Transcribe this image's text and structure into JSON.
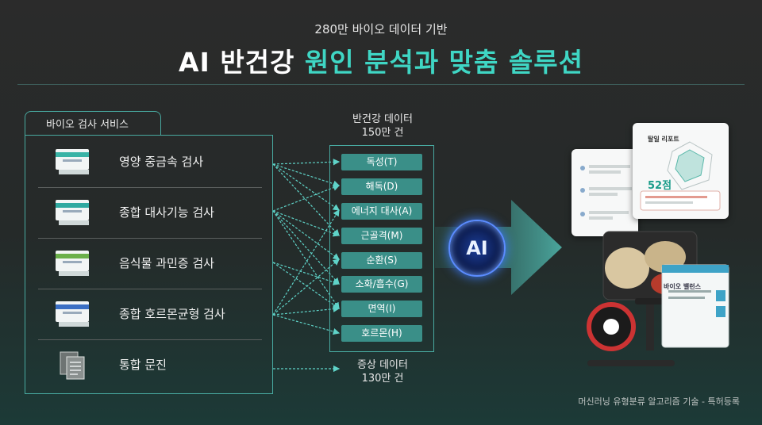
{
  "header": {
    "subtitle": "280만 바이오 데이터 기반",
    "title_prefix": "AI 반건강 ",
    "title_accent": "원인 분석과 맞춤 솔루션"
  },
  "services": {
    "tab_label": "바이오 검사 서비스",
    "items": [
      {
        "label": "영양 중금속 검사",
        "icon": "test-kit-box-icon"
      },
      {
        "label": "종합 대사기능 검사",
        "icon": "test-kit-box-icon"
      },
      {
        "label": "음식물 과민증 검사",
        "icon": "test-kit-box-icon"
      },
      {
        "label": "종합 호르몬균형 검사",
        "icon": "test-kit-box-icon"
      },
      {
        "label": "통합 문진",
        "icon": "document-icon"
      }
    ]
  },
  "middle": {
    "top_caption_line1": "반건강 데이터",
    "top_caption_line2": "150만 건",
    "bottom_caption_line1": "증상 데이터",
    "bottom_caption_line2": "130만 건",
    "categories": [
      "독성(T)",
      "해독(D)",
      "에너지 대사(A)",
      "근골격(M)",
      "순환(S)",
      "소화/흡수(G)",
      "면역(I)",
      "호르몬(H)"
    ]
  },
  "ai": {
    "label": "AI"
  },
  "report": {
    "title": "탈일 리포트",
    "score": "52점"
  },
  "product": {
    "pack_label": "바이오 밸런스"
  },
  "footnote": "머신러닝 유형분류 알고리즘 기술 - 특허등록",
  "colors": {
    "accent": "#3fd6c4",
    "panel_border": "#48a9a0",
    "tag_fill": "#3a8f88",
    "connector": "#5fd3c8"
  }
}
